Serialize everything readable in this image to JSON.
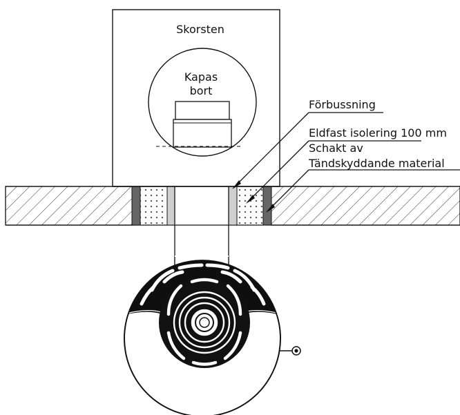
{
  "labels": {
    "chimney": "Skorsten",
    "cut_line1": "Kapas",
    "cut_line2": "bort",
    "lining": "Förbussning",
    "insulation": "Eldfast isolering 100 mm",
    "shaft_line1": "Schakt av",
    "shaft_line2": "Tändskyddande material"
  },
  "colors": {
    "stroke": "#111111",
    "hatch": "#333333",
    "shaft_dark": "#666666",
    "lining_light": "#cfcfcf",
    "insulation_dots": "#555555",
    "background": "#ffffff"
  }
}
